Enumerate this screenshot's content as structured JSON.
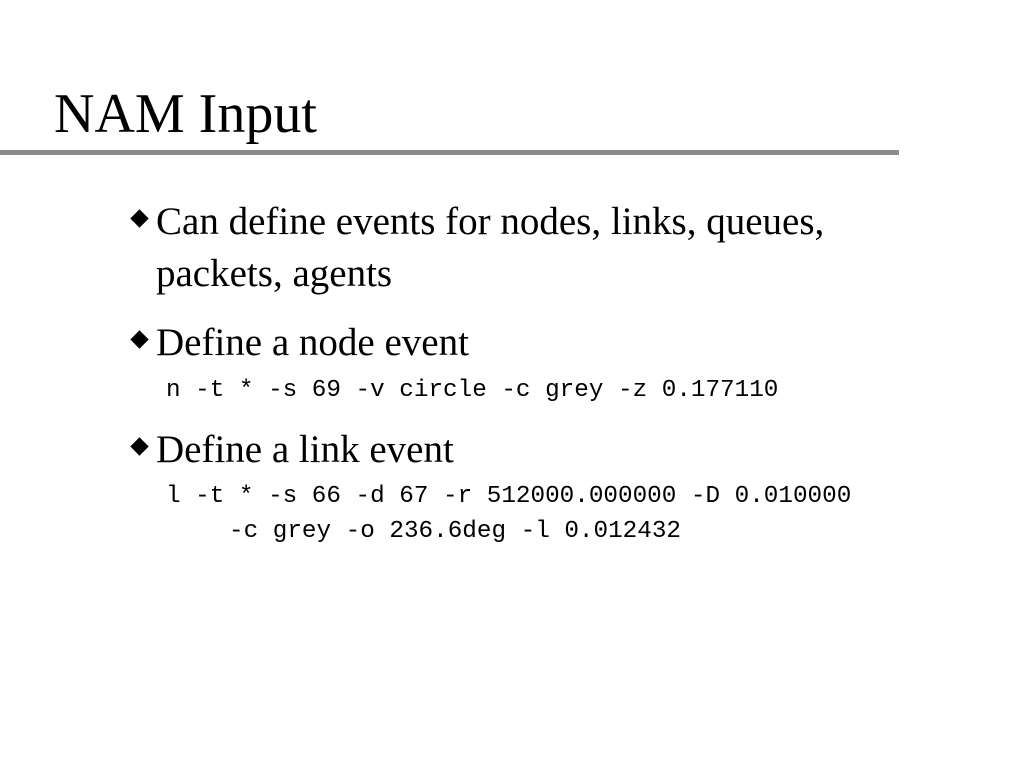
{
  "slide": {
    "title": "NAM Input",
    "bullets": [
      {
        "line1": "Can define events for nodes, links, queues,",
        "line2": "packets, agents"
      },
      {
        "line1": "Define a node event"
      },
      {
        "line1": "Define a link event"
      }
    ],
    "code": {
      "node_event": "n -t * -s 69 -v circle -c grey -z 0.177110",
      "link_event_line1": "l -t * -s 66 -d 67 -r 512000.000000 -D 0.010000",
      "link_event_line2": "-c grey -o 236.6deg -l 0.012432"
    }
  }
}
